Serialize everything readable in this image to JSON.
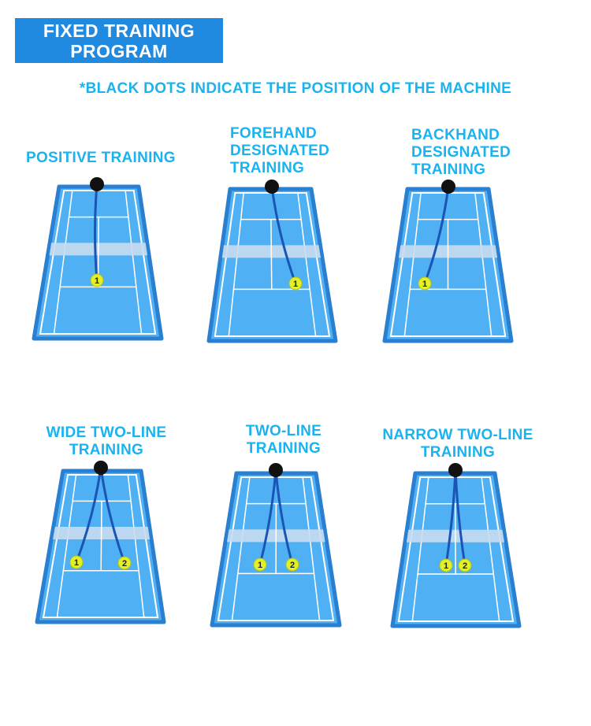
{
  "header": {
    "title": "FIXED TRAINING\nPROGRAM"
  },
  "note": "*BLACK DOTS INDICATE THE POSITION OF THE MACHINE",
  "colors": {
    "accent": "#1f8ae0",
    "title_text": "#1ab3f0",
    "court_surface": "#4fb0f3",
    "court_border": "#2a7fd0",
    "court_lines": "#ffffff",
    "net_band": "#c8dcf0",
    "trajectory": "#1a55b5",
    "machine_dot": "#111111",
    "ball": "#e2f02a"
  },
  "panels": [
    {
      "id": "positive",
      "title": "POSITIVE TRAINING",
      "balls": [
        "1"
      ]
    },
    {
      "id": "forehand",
      "title": "FOREHAND\nDESIGNATED\nTRAINING",
      "balls": [
        "1"
      ]
    },
    {
      "id": "backhand",
      "title": "BACKHAND\nDESIGNATED\nTRAINING",
      "balls": [
        "1"
      ]
    },
    {
      "id": "wide-two-line",
      "title": "WIDE TWO-LINE\nTRAINING",
      "balls": [
        "1",
        "2"
      ]
    },
    {
      "id": "two-line",
      "title": "TWO-LINE\nTRAINING",
      "balls": [
        "1",
        "2"
      ]
    },
    {
      "id": "narrow-two-line",
      "title": "NARROW TWO-LINE\nTRAINING",
      "balls": [
        "1",
        "2"
      ]
    }
  ]
}
